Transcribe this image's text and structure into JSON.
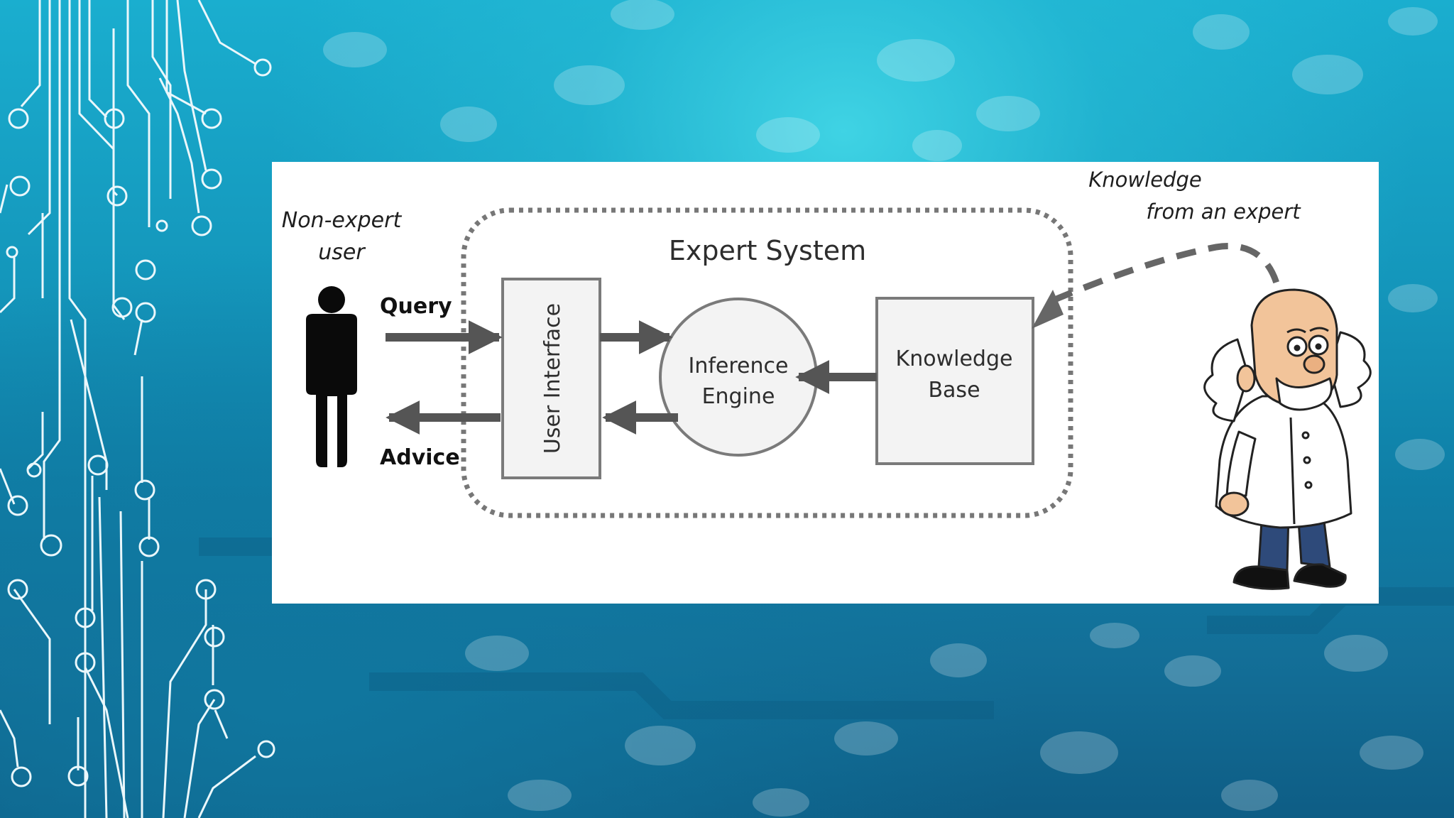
{
  "diagram": {
    "title": "Expert System",
    "user_label_line1": "Non-expert",
    "user_label_line2": "user",
    "query_label": "Query",
    "advice_label": "Advice",
    "user_interface_label": "User Interface",
    "inference_line1": "Inference",
    "inference_line2": "Engine",
    "kb_line1": "Knowledge",
    "kb_line2": "Base",
    "expert_line1": "Knowledge",
    "expert_line2": "from an expert"
  },
  "colors": {
    "background_teal": "#1496bb",
    "circuit_lines": "#e8f6fa",
    "panel": "#ffffff",
    "box_fill": "#f3f3f3",
    "box_stroke": "#7a7a7a",
    "arrow": "#555555",
    "dotted_border": "#777777"
  },
  "icons": {
    "user": "person-silhouette-icon",
    "expert": "scientist-cartoon-icon"
  }
}
